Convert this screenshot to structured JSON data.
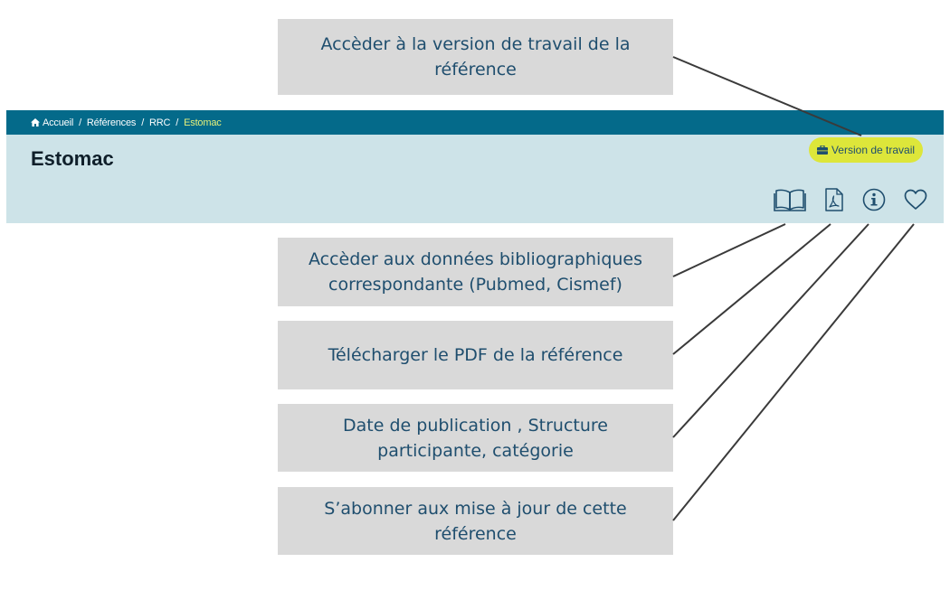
{
  "breadcrumb": {
    "items": [
      "Accueil",
      "Références",
      "RRC"
    ],
    "current": "Estomac",
    "separator": "/"
  },
  "header": {
    "title": "Estomac",
    "work_version_label": "Version de travail"
  },
  "icons": {
    "home": "home-icon",
    "briefcase": "briefcase-icon",
    "book": "open-book-icon",
    "pdf": "pdf-file-icon",
    "info": "info-icon",
    "heart": "heart-icon"
  },
  "callouts": {
    "work_version": "Accèder à la version de travail de la référence",
    "bibliography": "Accèder aux données bibliographiques correspondante (Pubmed, Cismef)",
    "pdf": "Télécharger le PDF de la référence",
    "info": "Date de publication , Structure participante, catégorie",
    "subscribe": "S’abonner aux mise à jour de cette référence"
  },
  "colors": {
    "topbar": "#046a8a",
    "header_bg": "#cde3e8",
    "accent_button": "#dde63a",
    "icon": "#1f4e6e",
    "current_crumb": "#e6f07a",
    "callout_bg": "#d9d9d9",
    "callout_text": "#1f4e6e"
  }
}
